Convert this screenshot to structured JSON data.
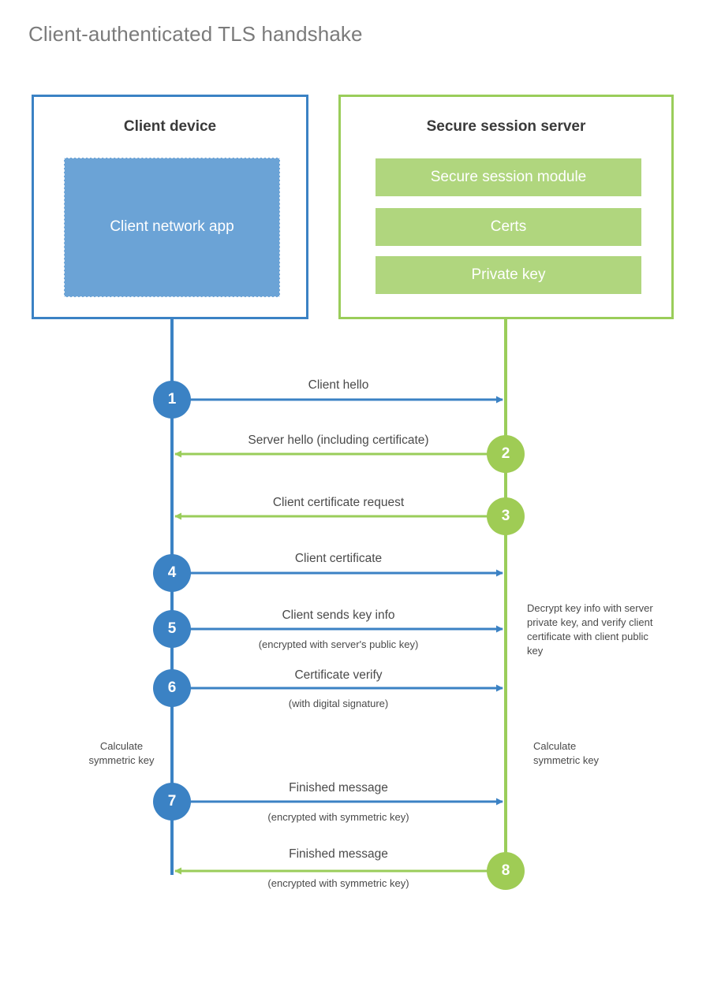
{
  "title": "Client-authenticated TLS handshake",
  "colors": {
    "client_accent": "#3b82c4",
    "client_fill": "#6ba3d6",
    "server_accent": "#9acd5a",
    "server_fill": "#b0d67e",
    "text": "#4a4a4a",
    "title_text": "#7b7b7b"
  },
  "client": {
    "title": "Client device",
    "app_label": "Client network app"
  },
  "server": {
    "title": "Secure session server",
    "modules": [
      {
        "label": "Secure session module"
      },
      {
        "label": "Certs"
      },
      {
        "label": "Private key"
      }
    ]
  },
  "steps": [
    {
      "num": "1",
      "label": "Client hello",
      "sub": "",
      "direction": "client-to-server"
    },
    {
      "num": "2",
      "label": "Server hello (including certificate)",
      "sub": "",
      "direction": "server-to-client"
    },
    {
      "num": "3",
      "label": "Client certificate request",
      "sub": "",
      "direction": "server-to-client"
    },
    {
      "num": "4",
      "label": "Client certificate",
      "sub": "",
      "direction": "client-to-server"
    },
    {
      "num": "5",
      "label": "Client sends key info",
      "sub": "(encrypted with server's public key)",
      "direction": "client-to-server"
    },
    {
      "num": "6",
      "label": "Certificate verify",
      "sub": "(with digital signature)",
      "direction": "client-to-server"
    },
    {
      "num": "7",
      "label": "Finished message",
      "sub": "(encrypted with symmetric key)",
      "direction": "client-to-server"
    },
    {
      "num": "8",
      "label": "Finished message",
      "sub": "(encrypted with symmetric key)",
      "direction": "server-to-client"
    }
  ],
  "notes": {
    "server_decrypt": "Decrypt key info with server private key, and verify client certificate with client public key",
    "client_calculate_line1": "Calculate",
    "client_calculate_line2": "symmetric key",
    "server_calculate_line1": "Calculate",
    "server_calculate_line2": "symmetric key"
  }
}
